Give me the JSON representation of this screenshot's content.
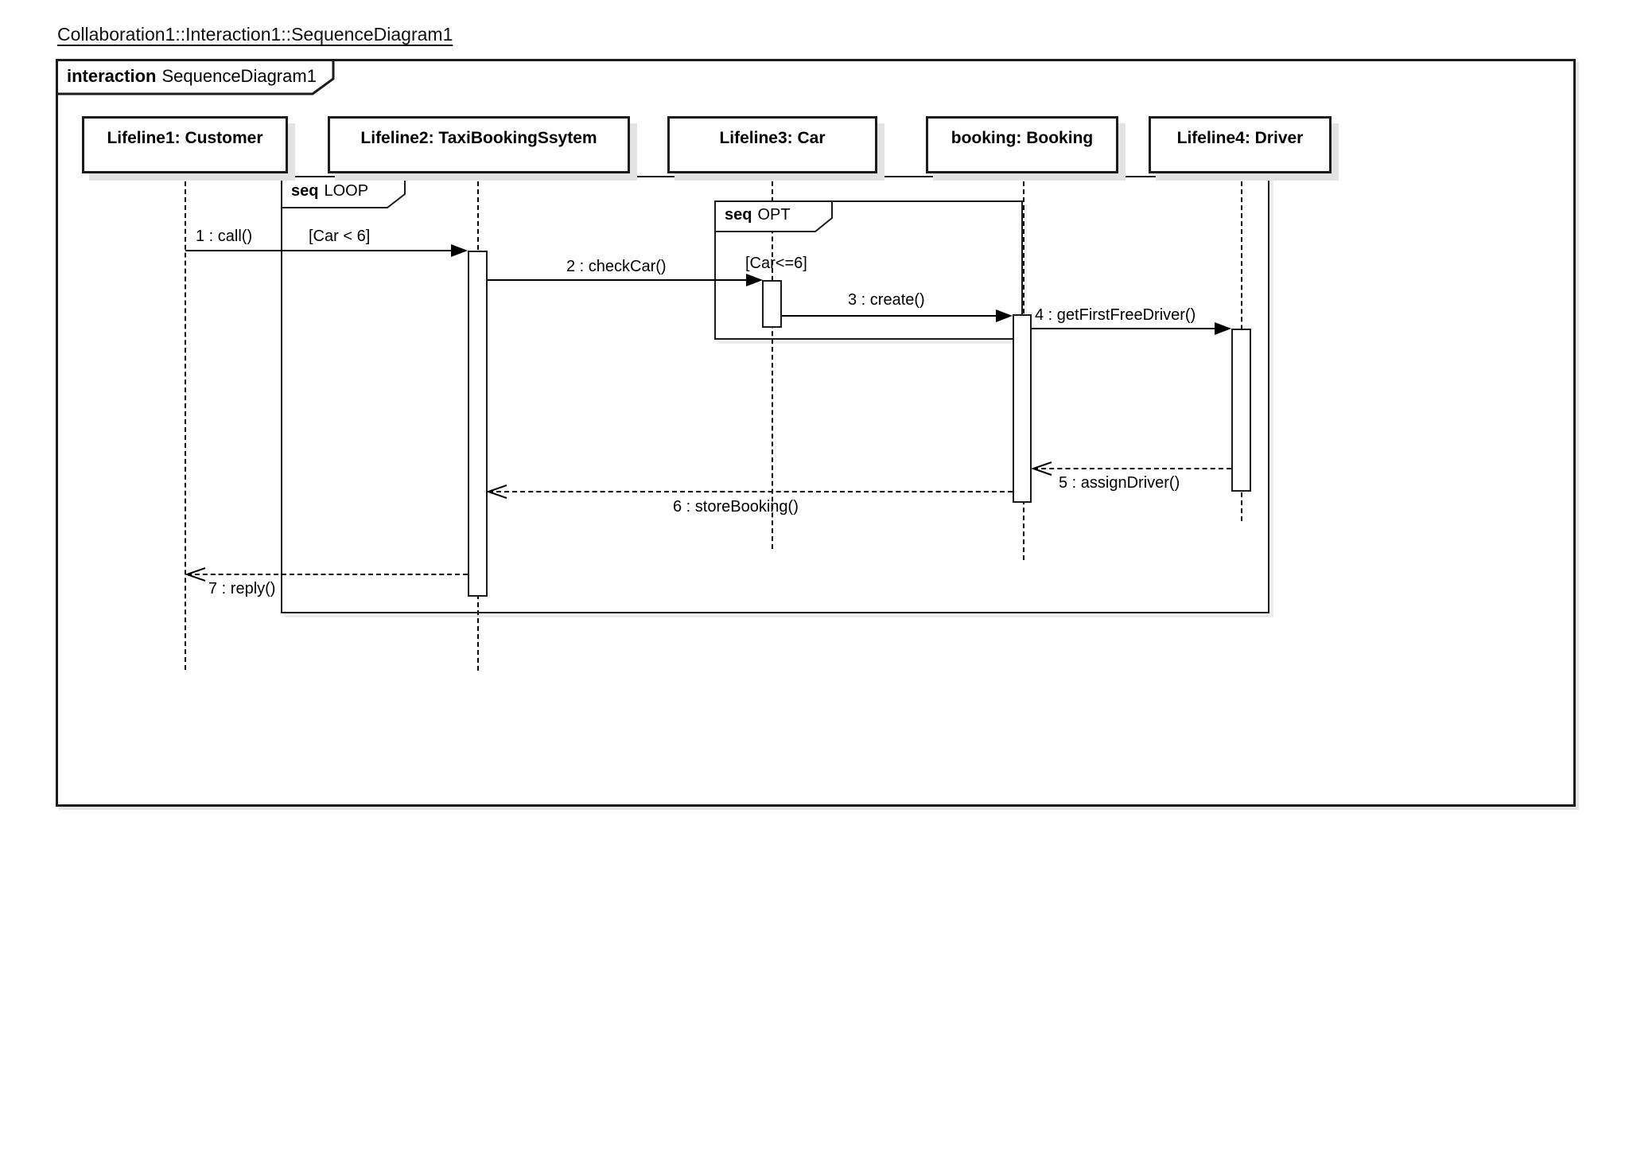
{
  "diagram": {
    "title": "Collaboration1::Interaction1::SequenceDiagram1",
    "frame": {
      "keyword": "interaction",
      "name": "SequenceDiagram1"
    }
  },
  "lifelines": [
    {
      "label": "Lifeline1: Customer"
    },
    {
      "label": "Lifeline2: TaxiBookingSsytem"
    },
    {
      "label": "Lifeline3: Car"
    },
    {
      "label": "booking: Booking"
    },
    {
      "label": "Lifeline4: Driver"
    }
  ],
  "fragments": [
    {
      "keyword": "seq",
      "name": "LOOP",
      "guard": "[Car < 6]"
    },
    {
      "keyword": "seq",
      "name": "OPT",
      "guard": "[Car<=6]"
    }
  ],
  "messages": [
    {
      "label": "1 : call()",
      "kind": "sync"
    },
    {
      "label": "2 : checkCar()",
      "kind": "sync"
    },
    {
      "label": "3 : create()",
      "kind": "sync"
    },
    {
      "label": "4 : getFirstFreeDriver()",
      "kind": "sync"
    },
    {
      "label": "5 : assignDriver()",
      "kind": "return"
    },
    {
      "label": "6 : storeBooking()",
      "kind": "return"
    },
    {
      "label": "7 : reply()",
      "kind": "return"
    }
  ],
  "colors": {
    "line": "#000000",
    "fill": "#ffffff",
    "shadow": "#e3e3e3"
  }
}
